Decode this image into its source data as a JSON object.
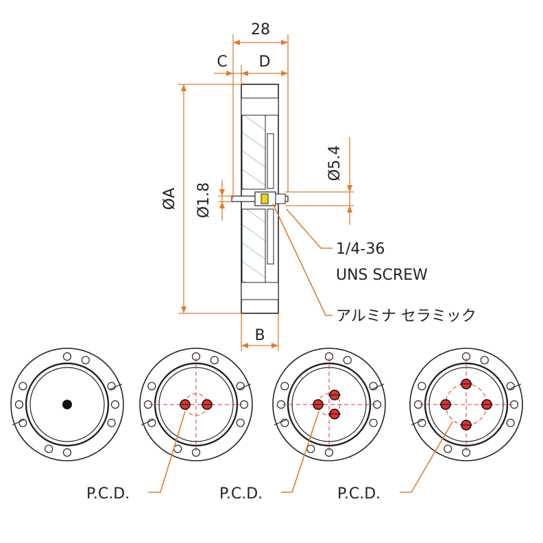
{
  "dimensions": {
    "overall_width": "28",
    "c_label": "C",
    "d_label": "D",
    "b_label": "B",
    "dia_a": "ØA",
    "dia_1_8": "Ø1.8",
    "dia_5_4": "Ø5.4"
  },
  "callouts": {
    "screw_line1": "1/4-36",
    "screw_line2": "UNS SCREW",
    "ceramic": "アルミナ セラミック"
  },
  "pcd_labels": [
    "P.C.D.",
    "P.C.D.",
    "P.C.D."
  ],
  "colors": {
    "dimension": "#e07a2e",
    "hatch": "#3fae3f",
    "pin": "#e03030"
  }
}
